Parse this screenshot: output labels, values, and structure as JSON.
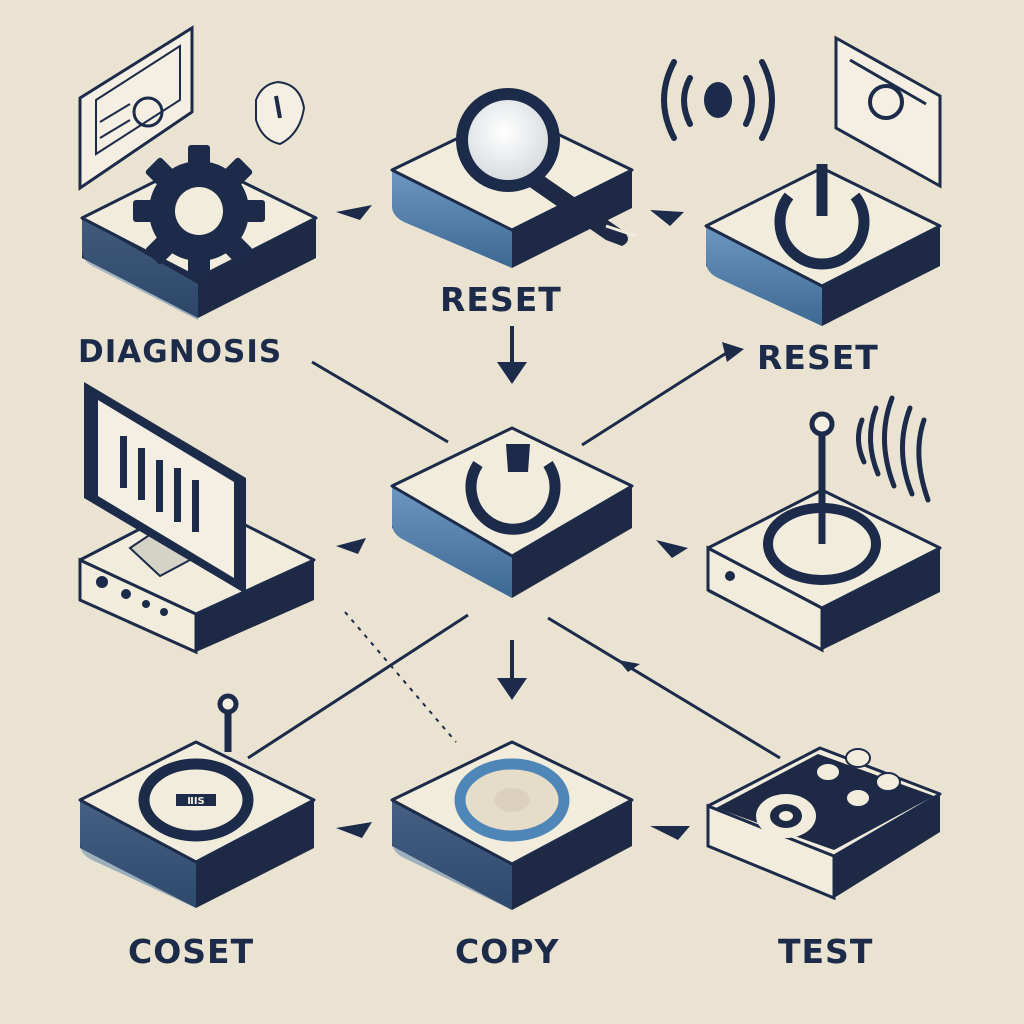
{
  "diagram": {
    "labels": {
      "diagnosis": "DIAGNOSIS",
      "reset_top": "RESET",
      "reset_right": "RESET",
      "coset": "COSET",
      "copy": "COPY",
      "test": "TEST",
      "badge_text": "ⅡIS"
    },
    "colors": {
      "background": "#ebe3d2",
      "tile_top": "#f2ecdc",
      "tile_side_dark": "#1e2a45",
      "tile_side_blue": "#5c86b0",
      "ink": "#1c2b4a",
      "accent_blue": "#4f86b8"
    },
    "nodes": [
      {
        "id": "gear-node",
        "icon": "gear-icon"
      },
      {
        "id": "magnifier-node",
        "icon": "magnifying-glass-icon"
      },
      {
        "id": "power-top-right-node",
        "icon": "power-icon"
      },
      {
        "id": "monitor-node",
        "icon": "monitor-icon"
      },
      {
        "id": "center-power-node",
        "icon": "power-icon"
      },
      {
        "id": "antenna-power-node",
        "icon": "antenna-power-icon"
      },
      {
        "id": "coset-node",
        "icon": "antenna-badge-icon"
      },
      {
        "id": "copy-node",
        "icon": "ring-icon"
      },
      {
        "id": "test-node",
        "icon": "controller-icon"
      }
    ]
  }
}
